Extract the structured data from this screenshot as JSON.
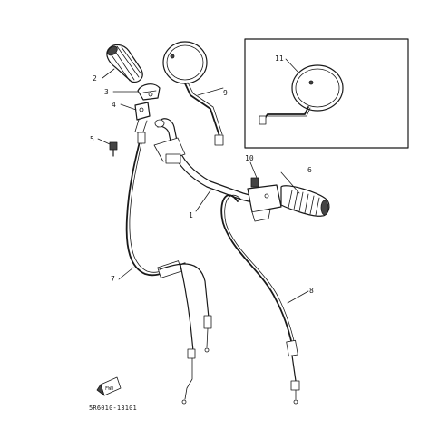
{
  "parts": [
    {
      "id": "1",
      "label": "1"
    },
    {
      "id": "2",
      "label": "2"
    },
    {
      "id": "3",
      "label": "3"
    },
    {
      "id": "4",
      "label": "4"
    },
    {
      "id": "5",
      "label": "5"
    },
    {
      "id": "6",
      "label": "6"
    },
    {
      "id": "7",
      "label": "7"
    },
    {
      "id": "8",
      "label": "8"
    },
    {
      "id": "9",
      "label": "9"
    },
    {
      "id": "10",
      "label": "10"
    },
    {
      "id": "11",
      "label": "11"
    }
  ],
  "diagram_code": "5R6010-13101",
  "badge_text": "FWD",
  "colors": {
    "ink": "#1a1a1a",
    "paper": "#ffffff"
  }
}
